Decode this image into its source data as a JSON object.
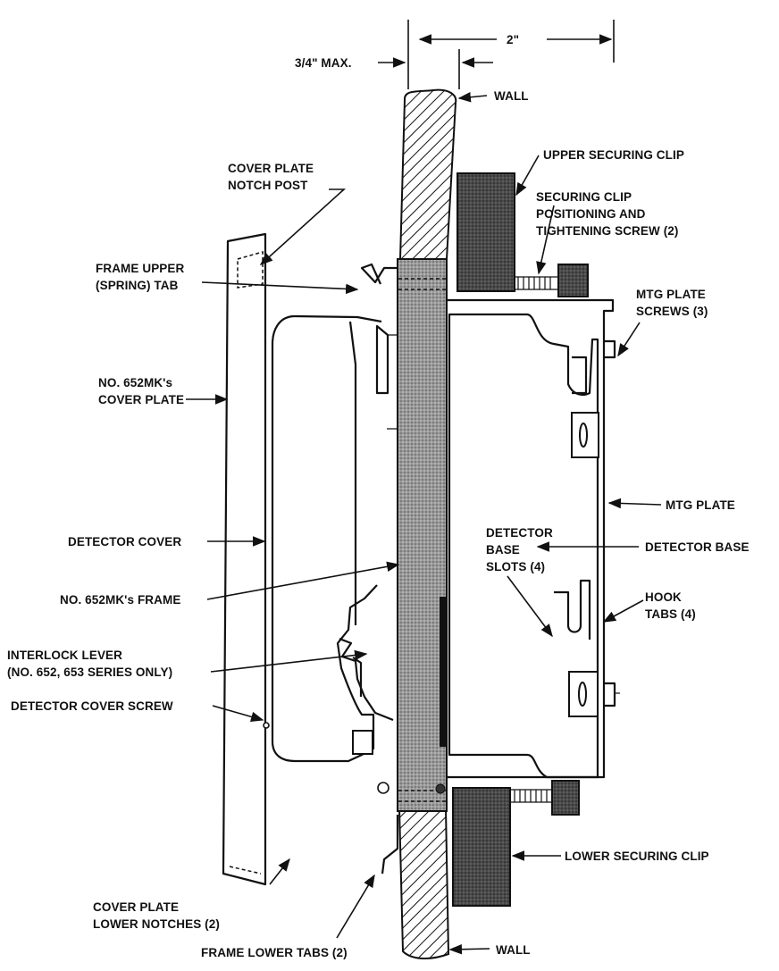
{
  "dimensions": {
    "two_inch": "2\"",
    "three_quarter_max": "3/4\" MAX."
  },
  "labels": {
    "wall_top": "WALL",
    "wall_bottom": "WALL",
    "upper_securing_clip": "UPPER SECURING CLIP",
    "securing_clip_screw_1": "SECURING CLIP",
    "securing_clip_screw_2": "POSITIONING AND",
    "securing_clip_screw_3": "TIGHTENING SCREW (2)",
    "cover_plate_notch_post_1": "COVER PLATE",
    "cover_plate_notch_post_2": "NOTCH POST",
    "frame_upper_tab_1": "FRAME UPPER",
    "frame_upper_tab_2": "(SPRING) TAB",
    "mtg_plate_screws_1": "MTG PLATE",
    "mtg_plate_screws_2": "SCREWS (3)",
    "cover_plate_1": "NO. 652MK's",
    "cover_plate_2": "COVER PLATE",
    "mtg_plate": "MTG PLATE",
    "detector_base_slots_1": "DETECTOR",
    "detector_base_slots_2": "BASE",
    "detector_base_slots_3": "SLOTS (4)",
    "detector_cover": "DETECTOR COVER",
    "detector_base": "DETECTOR BASE",
    "frame": "NO. 652MK's FRAME",
    "hook_tabs_1": "HOOK",
    "hook_tabs_2": "TABS (4)",
    "interlock_lever_1": "INTERLOCK LEVER",
    "interlock_lever_2": "(NO. 652, 653 SERIES ONLY)",
    "detector_cover_screw": "DETECTOR COVER SCREW",
    "lower_securing_clip": "LOWER SECURING CLIP",
    "cover_plate_lower_notches_1": "COVER PLATE",
    "cover_plate_lower_notches_2": "LOWER NOTCHES (2)",
    "frame_lower_tabs": "FRAME LOWER TABS (2)"
  }
}
